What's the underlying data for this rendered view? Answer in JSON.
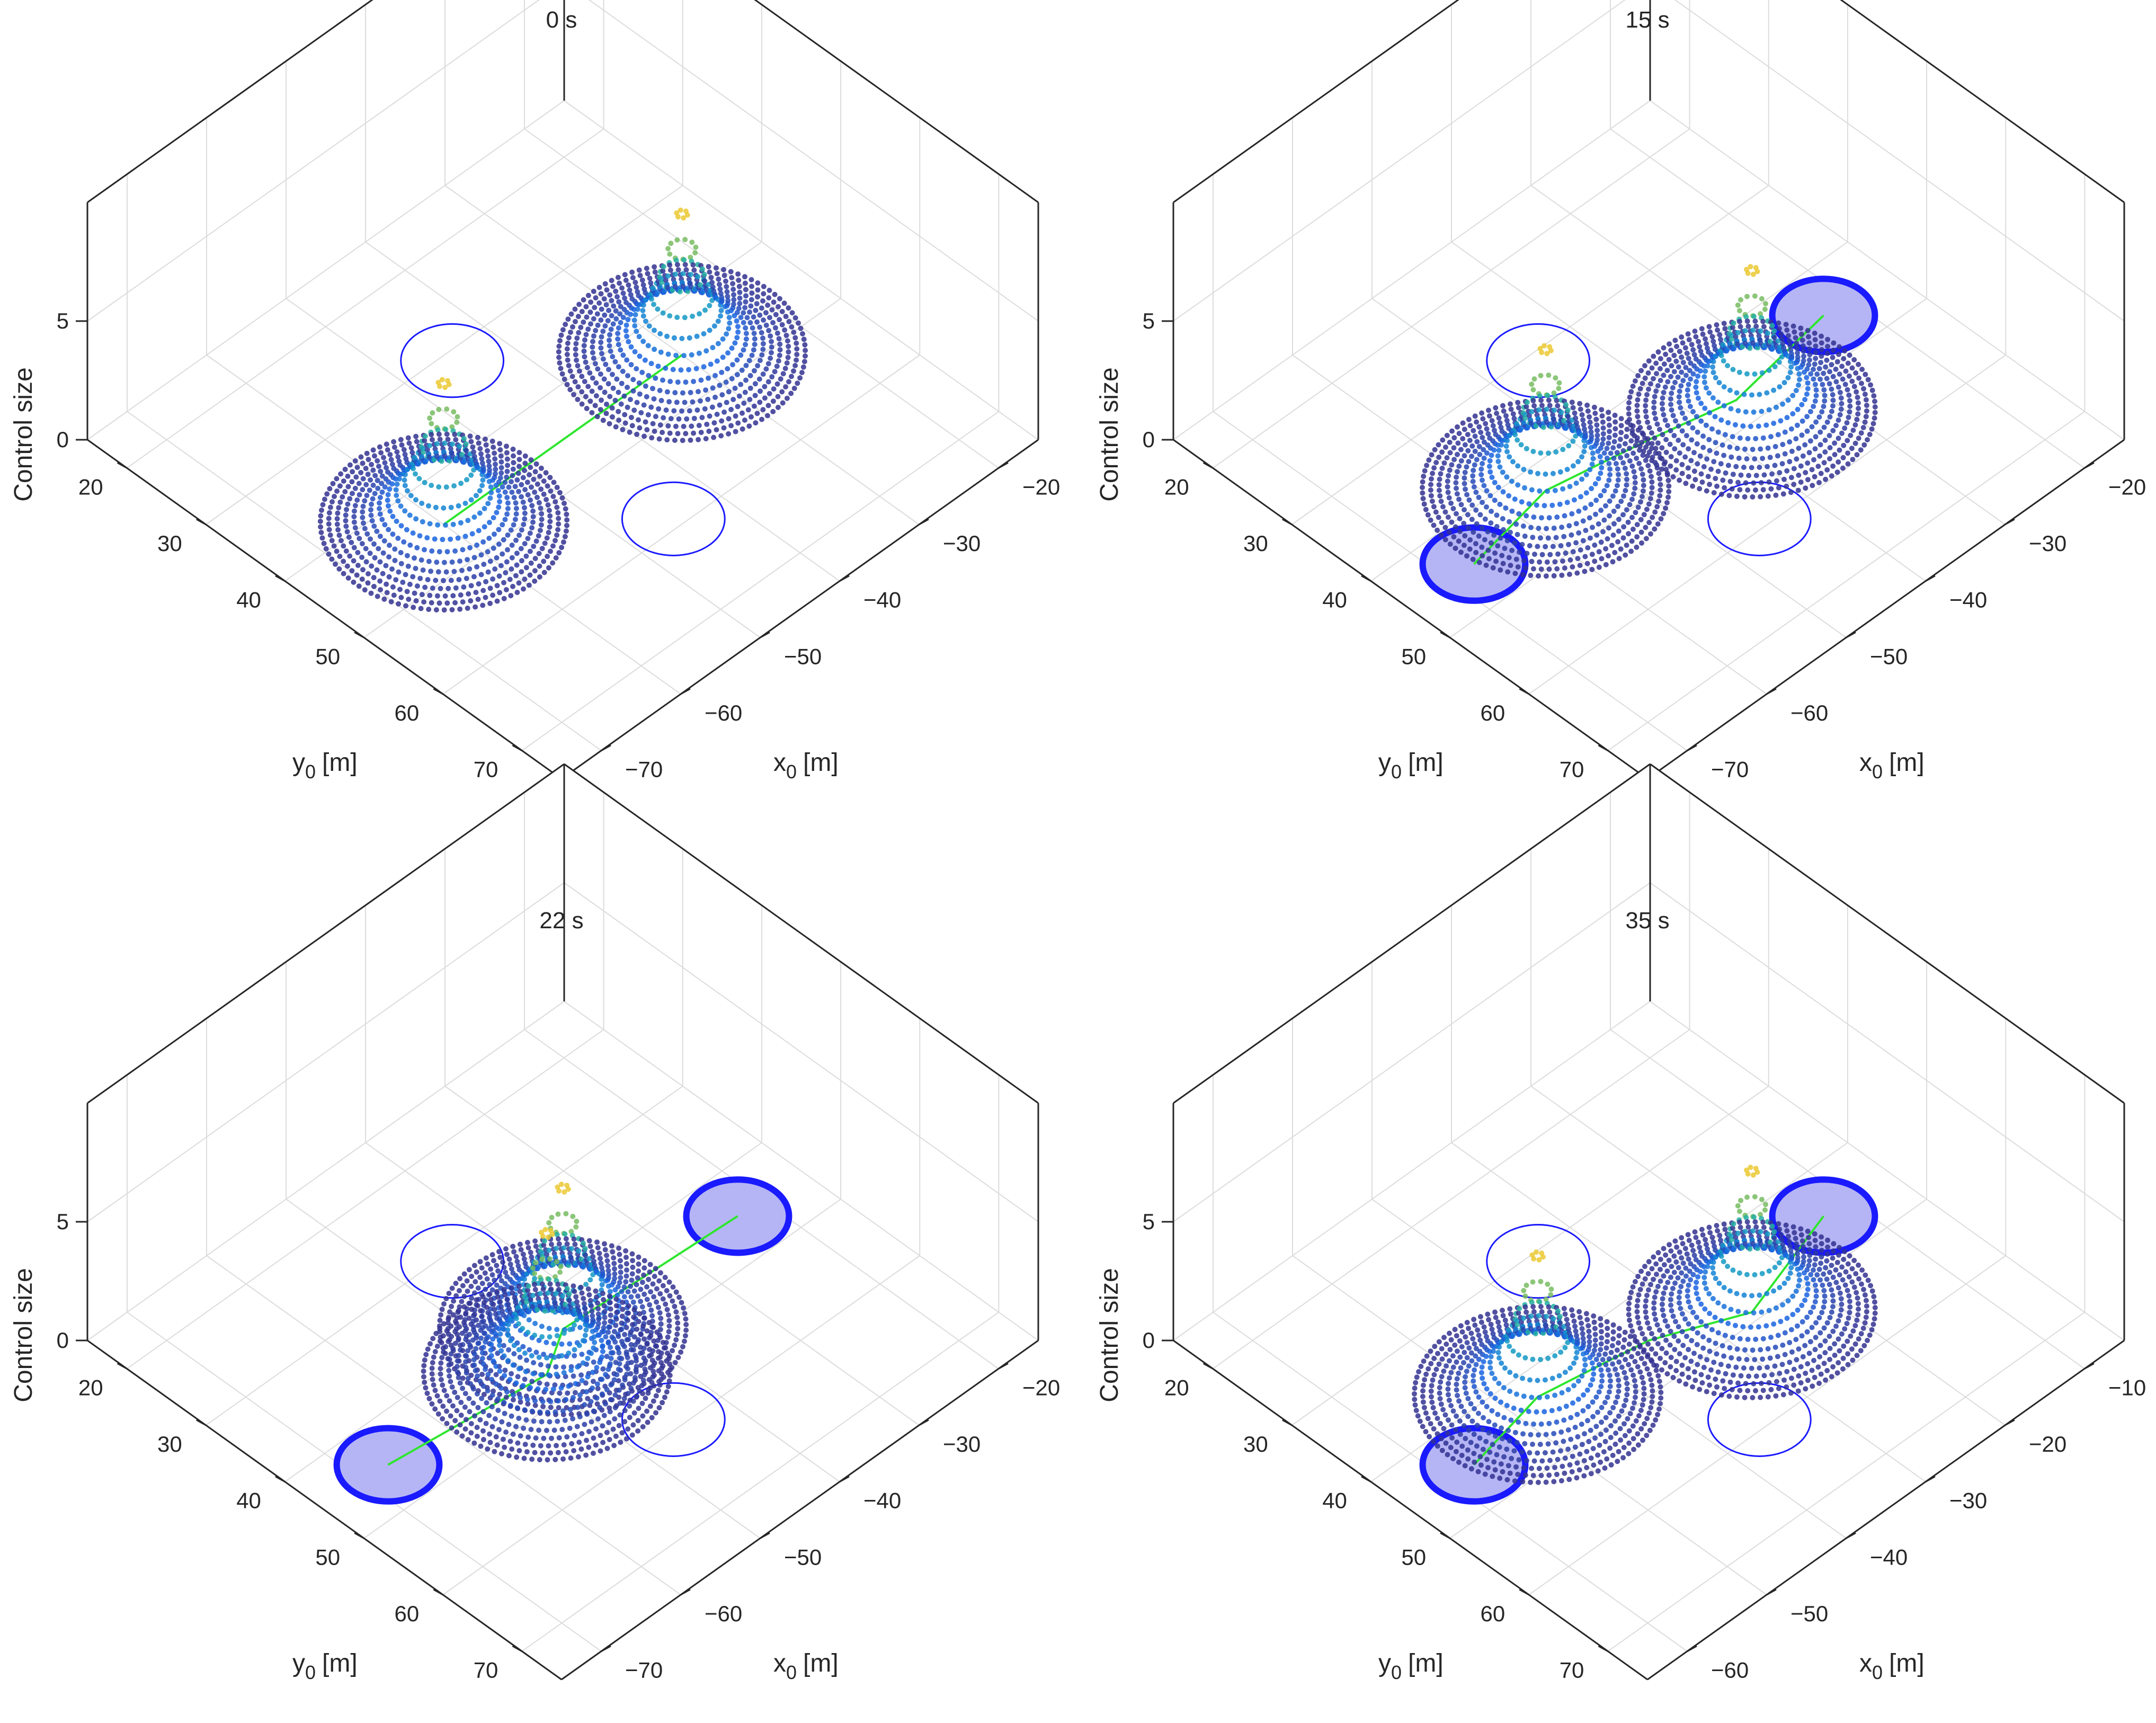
{
  "chart_data": [
    {
      "type": "surface3d",
      "title": "0 s",
      "xlabel": "x",
      "xlabel_sub": "0",
      "xlabel_unit": "[m]",
      "ylabel": "y",
      "ylabel_sub": "0",
      "ylabel_unit": "[m]",
      "zlabel": "Control size",
      "x_ticks": [
        -70,
        -60,
        -50,
        -40,
        -30,
        -20
      ],
      "y_ticks": [
        20,
        30,
        40,
        50,
        60,
        70
      ],
      "z_ticks": [
        0,
        5
      ],
      "xlim": [
        -75,
        -15
      ],
      "ylim": [
        15,
        75
      ],
      "zlim": [
        0,
        10
      ],
      "tick_minus": "−",
      "grid": true,
      "colormap": "parula",
      "targets": [
        {
          "x": -45,
          "y": 31,
          "filled": false
        },
        {
          "x": -45,
          "y": 59,
          "filled": false
        }
      ],
      "agents": [
        {
          "x": -30,
          "y": 45,
          "peak": 8
        },
        {
          "x": -60,
          "y": 45,
          "peak": 8
        }
      ],
      "paths": [
        [
          [
            -30,
            45
          ],
          [
            -45,
            45
          ],
          [
            -60,
            45
          ]
        ]
      ]
    },
    {
      "type": "surface3d",
      "title": "15 s",
      "xlabel": "x",
      "xlabel_sub": "0",
      "xlabel_unit": "[m]",
      "ylabel": "y",
      "ylabel_sub": "0",
      "ylabel_unit": "[m]",
      "zlabel": "Control size",
      "x_ticks": [
        -70,
        -60,
        -50,
        -40,
        -30,
        -20
      ],
      "y_ticks": [
        20,
        30,
        40,
        50,
        60,
        70
      ],
      "z_ticks": [
        0,
        5
      ],
      "xlim": [
        -75,
        -15
      ],
      "ylim": [
        15,
        75
      ],
      "zlim": [
        0,
        10
      ],
      "tick_minus": "−",
      "grid": true,
      "colormap": "parula",
      "targets": [
        {
          "x": -45,
          "y": 31,
          "filled": false
        },
        {
          "x": -45,
          "y": 59,
          "filled": false
        },
        {
          "x": -23,
          "y": 45,
          "filled": true
        },
        {
          "x": -67,
          "y": 45,
          "filled": true
        }
      ],
      "agents": [
        {
          "x": -36,
          "y": 49,
          "peak": 8
        },
        {
          "x": -56,
          "y": 43,
          "peak": 8
        }
      ],
      "paths": [
        [
          [
            -23,
            45
          ],
          [
            -36,
            47
          ],
          [
            -45,
            45
          ],
          [
            -56,
            43
          ],
          [
            -67,
            45
          ]
        ]
      ]
    },
    {
      "type": "surface3d",
      "title": "22 s",
      "xlabel": "x",
      "xlabel_sub": "0",
      "xlabel_unit": "[m]",
      "ylabel": "y",
      "ylabel_sub": "0",
      "ylabel_unit": "[m]",
      "zlabel": "Control size",
      "x_ticks": [
        -70,
        -60,
        -50,
        -40,
        -30,
        -20
      ],
      "y_ticks": [
        20,
        30,
        40,
        50,
        60,
        70
      ],
      "z_ticks": [
        0,
        5
      ],
      "xlim": [
        -75,
        -15
      ],
      "ylim": [
        15,
        75
      ],
      "zlim": [
        0,
        10
      ],
      "tick_minus": "−",
      "grid": true,
      "colormap": "parula",
      "targets": [
        {
          "x": -45,
          "y": 31,
          "filled": false
        },
        {
          "x": -45,
          "y": 59,
          "filled": false
        },
        {
          "x": -23,
          "y": 45,
          "filled": true
        },
        {
          "x": -67,
          "y": 45,
          "filled": true
        }
      ],
      "agents": [
        {
          "x": -44,
          "y": 44,
          "peak": 8
        },
        {
          "x": -49,
          "y": 47,
          "peak": 8
        }
      ],
      "paths": [
        [
          [
            -23,
            45
          ],
          [
            -44,
            44
          ],
          [
            -49,
            47
          ],
          [
            -67,
            45
          ]
        ]
      ]
    },
    {
      "type": "surface3d",
      "title": "35 s",
      "xlabel": "x",
      "xlabel_sub": "0",
      "xlabel_unit": "[m]",
      "ylabel": "y",
      "ylabel_sub": "0",
      "ylabel_unit": "[m]",
      "zlabel": "Control size",
      "x_ticks": [
        -60,
        -50,
        -40,
        -30,
        -20,
        -10
      ],
      "y_ticks": [
        20,
        30,
        40,
        50,
        60,
        70
      ],
      "z_ticks": [
        0,
        5
      ],
      "xlim": [
        -65,
        -5
      ],
      "ylim": [
        15,
        75
      ],
      "zlim": [
        0,
        10
      ],
      "tick_minus": "−",
      "grid": true,
      "colormap": "parula",
      "targets": [
        {
          "x": -35,
          "y": 31,
          "filled": false
        },
        {
          "x": -35,
          "y": 59,
          "filled": false
        },
        {
          "x": -13,
          "y": 45,
          "filled": true
        },
        {
          "x": -57,
          "y": 45,
          "filled": true
        }
      ],
      "agents": [
        {
          "x": -26,
          "y": 49,
          "peak": 8
        },
        {
          "x": -47,
          "y": 43,
          "peak": 8
        }
      ],
      "paths": [
        [
          [
            -13,
            45
          ],
          [
            -26,
            49
          ],
          [
            -35,
            45
          ],
          [
            -47,
            43
          ],
          [
            -57,
            45
          ]
        ]
      ]
    }
  ]
}
